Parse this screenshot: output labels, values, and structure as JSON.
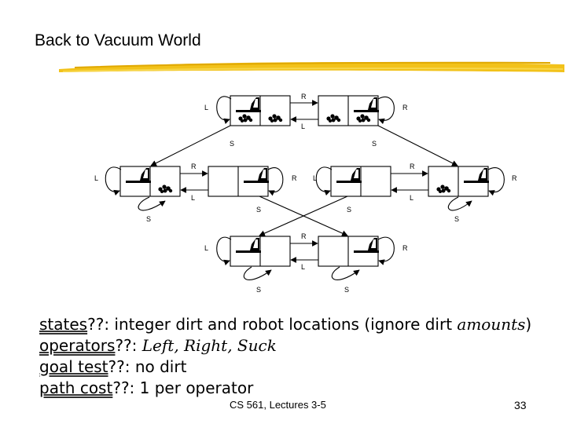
{
  "slide": {
    "title": "Back to Vacuum World",
    "footer": "CS 561,  Lectures 3-5",
    "page_number": "33"
  },
  "diagram": {
    "action_labels": {
      "left": "L",
      "right": "R",
      "suck": "S"
    },
    "states": [
      {
        "id": "t1",
        "robot": "left",
        "dirt": [
          "left",
          "right"
        ]
      },
      {
        "id": "t2",
        "robot": "right",
        "dirt": [
          "left",
          "right"
        ]
      },
      {
        "id": "m1",
        "robot": "left",
        "dirt": [
          "right"
        ]
      },
      {
        "id": "m2",
        "robot": "right",
        "dirt": []
      },
      {
        "id": "m3",
        "robot": "left",
        "dirt": []
      },
      {
        "id": "m4",
        "robot": "right",
        "dirt": [
          "left"
        ]
      },
      {
        "id": "b1",
        "robot": "left",
        "dirt": []
      },
      {
        "id": "b2",
        "robot": "right",
        "dirt": []
      }
    ]
  },
  "bullets": [
    {
      "term": "states",
      "mark": "??:",
      "text": " integer dirt and robot locations (ignore dirt ",
      "italic": "amounts",
      "after": ")"
    },
    {
      "term": "operators",
      "mark": "??:",
      "text": " ",
      "italic": "Left, Right, Suck",
      "after": ""
    },
    {
      "term": "goal test",
      "mark": "??:",
      "text": " no dirt",
      "italic": "",
      "after": ""
    },
    {
      "term": "path cost",
      "mark": "??:",
      "text": " 1 per operator",
      "italic": "",
      "after": ""
    }
  ]
}
